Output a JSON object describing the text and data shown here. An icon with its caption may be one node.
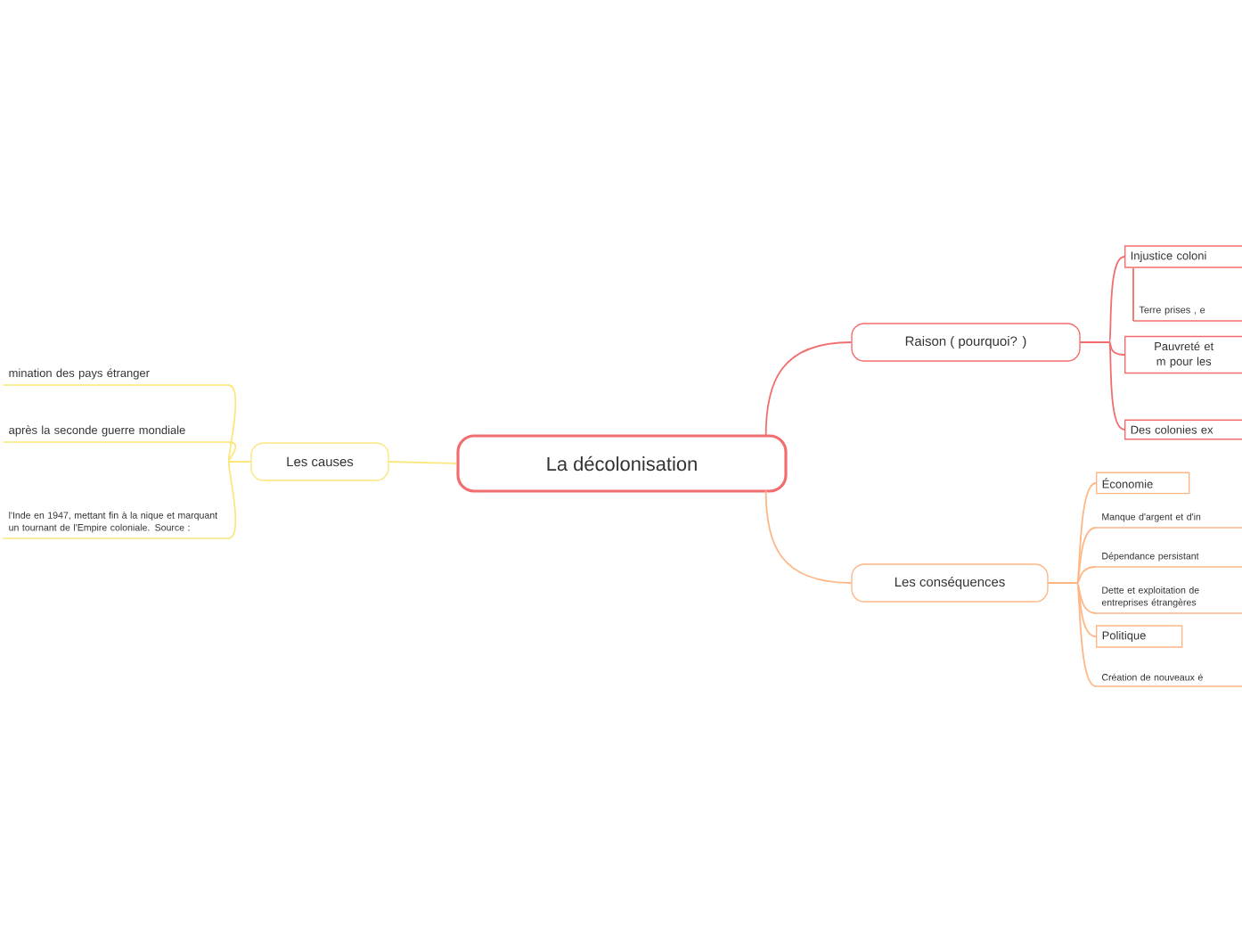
{
  "diagram": {
    "nodes": [
      {
        "text": [
          "La décolonisation"
        ]
      },
      {
        "text": [
          "Raison ( pourquoi? )"
        ]
      },
      {
        "text": [
          "Les conséquences"
        ]
      },
      {
        "text": [
          "Les causes"
        ]
      },
      {
        "text": [
          "Injustice coloni"
        ]
      },
      {
        "text": [
          "Terre prises , e"
        ]
      },
      {
        "text": [
          "Pauvreté et m pour les"
        ]
      },
      {
        "text": [
          "Des colonies ex"
        ]
      },
      {
        "text": [
          "Économie"
        ]
      },
      {
        "text": [
          "Manque d'argent et d'in"
        ]
      },
      {
        "text": [
          "Dépendance persistant"
        ]
      },
      {
        "text": [
          "Dette et exploitation de entreprises étrangères"
        ]
      },
      {
        "text": [
          "Politique"
        ]
      },
      {
        "text": [
          "Création de nouveaux é"
        ]
      },
      {
        "text": [
          "mination des pays étranger"
        ]
      },
      {
        "text": [
          "après la seconde guerre mondiale"
        ]
      },
      {
        "text": [
          "l'Inde en 1947, mettant fin à la nique et marquant un tournant de l'Empire coloniale. Source :"
        ]
      }
    ],
    "edges": [
      {
        "from": 0,
        "to": 1,
        "arrow": "none",
        "color": "#f26d6d"
      },
      {
        "from": 0,
        "to": 2,
        "arrow": "none"
      },
      {
        "from": 0,
        "to": 3,
        "arrow": "none",
        "color": "#fbe77e"
      },
      {
        "from": 1,
        "to": 4,
        "arrow": "none",
        "color": "#f26d6d"
      },
      {
        "from": 4,
        "to": 5,
        "arrow": "none",
        "color": "#f26d6d"
      },
      {
        "from": 1,
        "to": 6,
        "arrow": "none",
        "color": "#f26d6d"
      },
      {
        "from": 1,
        "to": 7,
        "arrow": "none",
        "color": "#f26d6d"
      },
      {
        "from": 2,
        "to": 8,
        "arrow": "none"
      },
      {
        "from": 2,
        "to": 9,
        "arrow": "none"
      },
      {
        "from": 2,
        "to": 10,
        "arrow": "none"
      },
      {
        "from": 2,
        "to": 11,
        "arrow": "none"
      },
      {
        "from": 2,
        "to": 12,
        "arrow": "none"
      },
      {
        "from": 2,
        "to": 13,
        "arrow": "none"
      },
      {
        "from": 3,
        "to": 14,
        "arrow": "none",
        "color": "#fbe77e"
      },
      {
        "from": 3,
        "to": 15,
        "arrow": "none",
        "color": "#fbe77e"
      },
      {
        "from": 3,
        "to": 16,
        "arrow": "none",
        "color": "#fbe77e"
      }
    ]
  }
}
